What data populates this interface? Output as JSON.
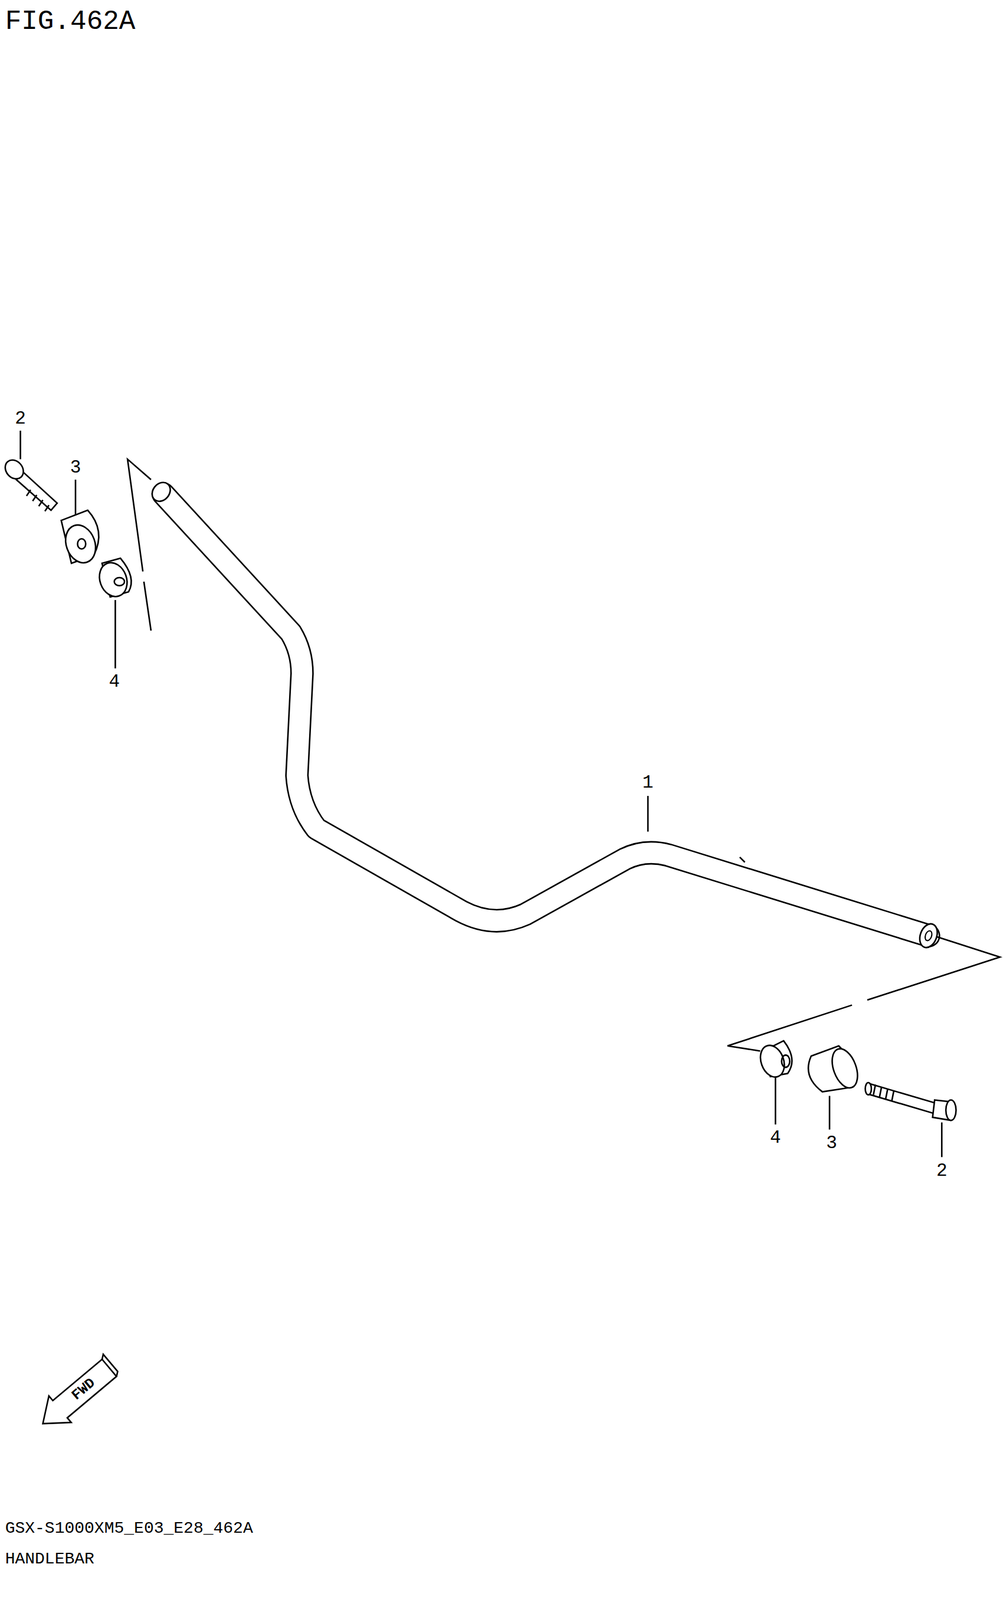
{
  "diagram": {
    "title": "FIG.462A",
    "caption": "HANDLEBAR",
    "labels": [
      "2",
      "3",
      "4",
      "1",
      "4",
      "3",
      "2",
      "FWD",
      "GSX-S1000XM5_E03_E28_462A"
    ]
  }
}
